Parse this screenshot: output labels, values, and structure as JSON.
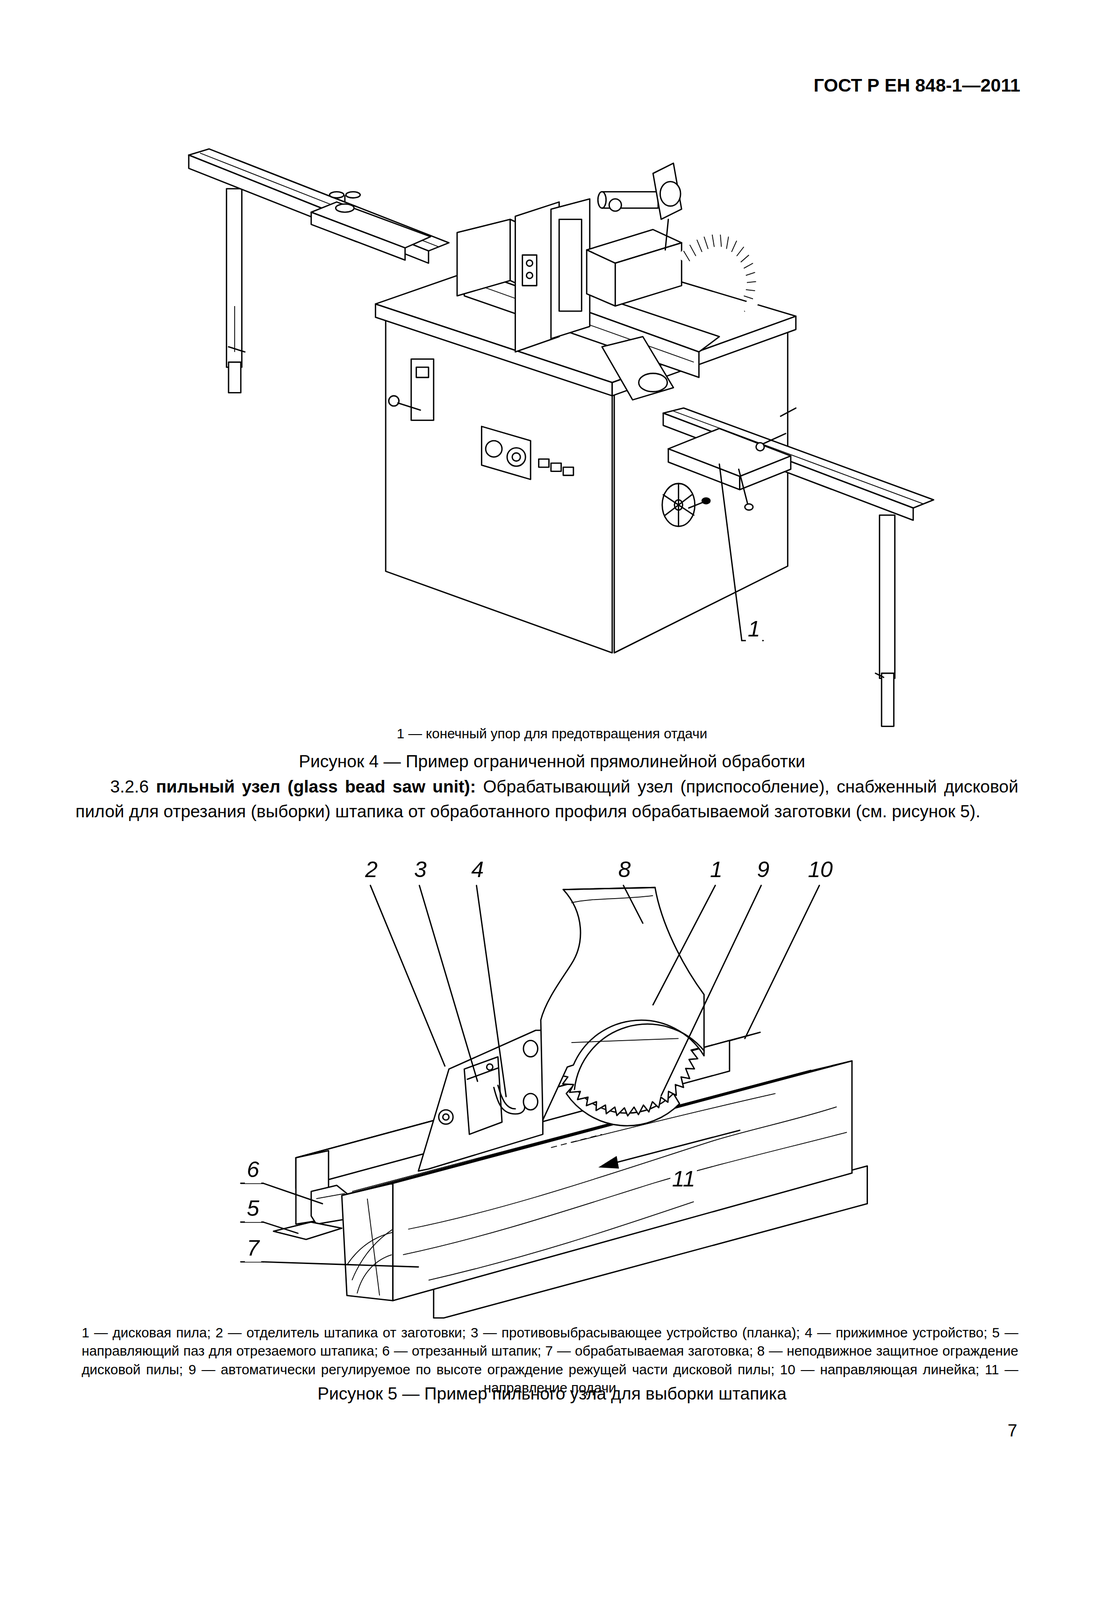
{
  "diagram": {
    "labels": [
      "ГОСТ Р ЕН 848-1—2011",
      "1",
      "1 — конечный упор для предотвращения отдачи",
      "Рисунок 4 — Пример ограниченной прямолинейной обработки",
      "3.2.6",
      "пильный узел (glass bead saw unit):",
      "Обрабатывающий узел (приспособление), снабженный дисковой пилой для отрезания (выборки) штапика от обработанного профиля обрабатываемой заготовки (см. рисунок 5).",
      "2",
      "3",
      "4",
      "8",
      "1",
      "9",
      "10",
      "6",
      "5",
      "7",
      "11",
      "1 — дисковая пила; 2 — отделитель штапика от заготовки; 3 — противовыбрасывающее устройство (планка); 4 — прижимное устройство; 5 — направляющий паз для отрезаемого штапика; 6 — отрезанный штапик; 7 — обрабатываемая заготовка; 8 — неподвижное защитное ограждение дисковой пилы; 9 — автоматически регулируемое по высоте ограждение режущей части дисковой пилы; 10 — направляющая линейка; 11 — направление подачи",
      "Рисунок 5 — Пример пильного узла для выборки штапика",
      "7"
    ]
  }
}
